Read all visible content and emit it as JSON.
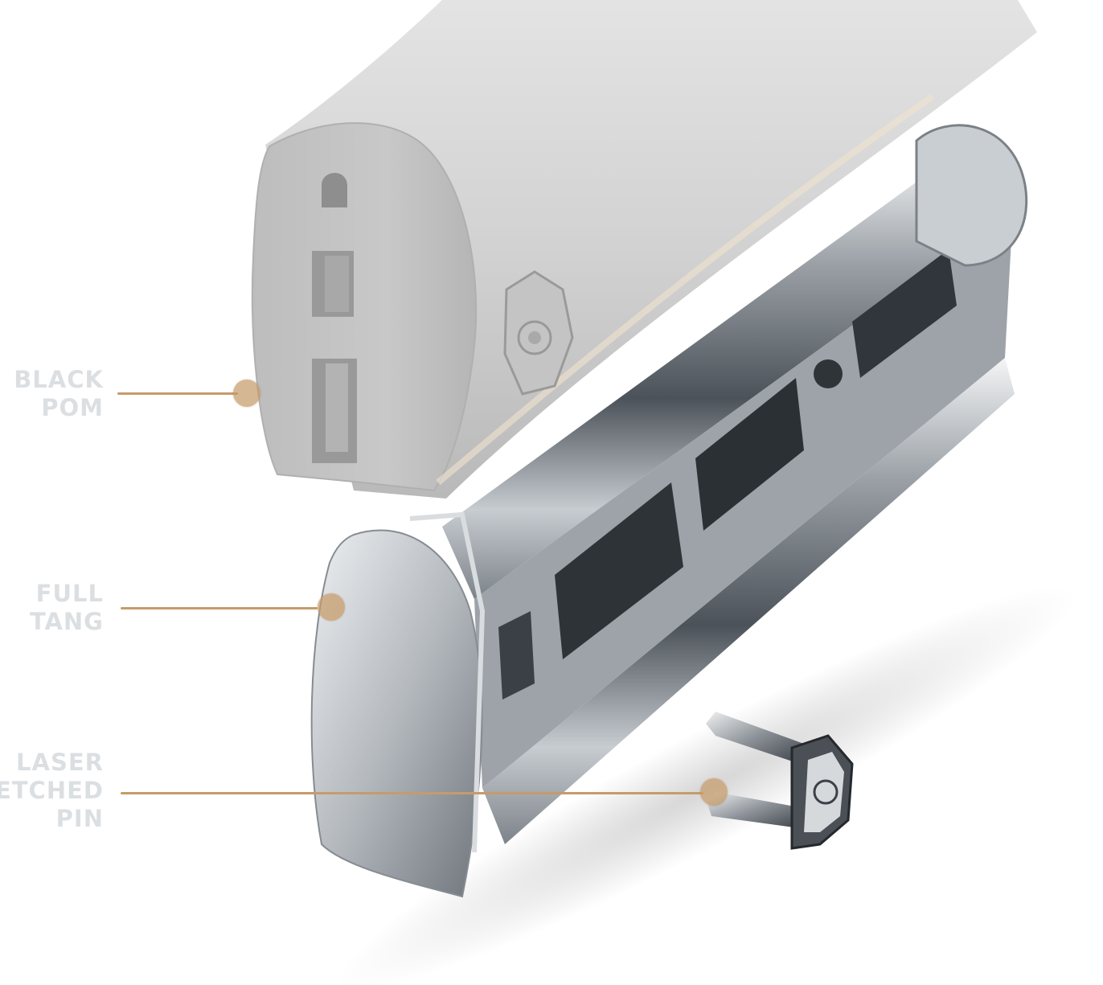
{
  "callouts": [
    {
      "id": "black-pom",
      "lines": [
        "BLACK",
        "POM"
      ]
    },
    {
      "id": "full-tang",
      "lines": [
        "FULL",
        "TANG"
      ]
    },
    {
      "id": "laser-etched-pin",
      "lines": [
        "LASER",
        "ETCHED",
        "PIN"
      ]
    }
  ],
  "colors": {
    "label_text": "#dcdfe2",
    "leader_line": "#c69b6a",
    "handle_scale": "#c9cacb",
    "steel": "#aeb3b8"
  },
  "icons": [
    "handle-scale-illustration",
    "full-tang-illustration",
    "pin-illustration",
    "emblem-icon"
  ]
}
